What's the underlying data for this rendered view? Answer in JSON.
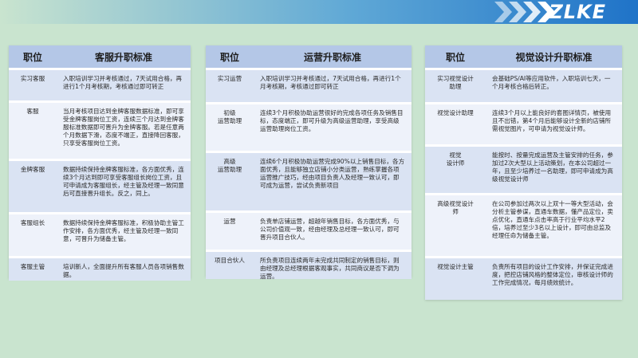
{
  "brand": {
    "logo": "ZLKE"
  },
  "panels": [
    {
      "position_header": "职位",
      "title": "客服升职标准",
      "rows": [
        {
          "position": "实习客服",
          "desc": "入职培训学习并考核通过，7天试用合格，再进行1个月考核期，考核通过即可转正"
        },
        {
          "position": "客服",
          "desc": "当月考核项目达到金牌客服数据标准，即可享受金牌客服岗位工资，连续三个月达到金牌客服标准数据即可晋升为金牌客服。若是任意两个月数据下滑，态度不端正，直接降回客服，只享受客服岗位工资。"
        },
        {
          "position": "金牌客服",
          "desc": "数据持续保持金牌客服标准，各方面优秀，连续3个月达到即可享受客服组长岗位工资，且可申请成为客服组长，经主管及经理一致同意后可直接晋升组长。反之，同上。"
        },
        {
          "position": "客服组长",
          "desc": "数据持续保持金牌客服标准，积极协助主管工作安排，各方面优秀，经主管及经理一致同意，可晋升为储备主管。"
        },
        {
          "position": "客服主管",
          "desc": "培训新人，全面提升所有客服人员各项销售数据。"
        }
      ]
    },
    {
      "position_header": "职位",
      "title": "运营升职标准",
      "rows": [
        {
          "position": "实习运营",
          "desc": "入职培训学习并考核通过，7天试用合格，再进行1个月考核期，考核通过即可转正"
        },
        {
          "position": "初级\n运营助理",
          "desc": "连续3个月积极协助运营很好的完成各项任务及销售目标，态度端正，即可升级为高级运营助理，享受高级运营助理岗位工资。"
        },
        {
          "position": "高级\n运营助理",
          "desc": "连续6个月积极协助运营完成90%以上销售目标，各方面优秀，且能够独立店铺小分类运营，熟练掌握各项运营推广技巧，经由项目负责人及经理一致认可，即可成为运营，尝试负责新项目"
        },
        {
          "position": "运营",
          "desc": "负责单店铺运营，超越年销售目标，各方面优秀，与公司价值观一致，经由经理及总经理一致认可，即可晋升项目合伙人。"
        },
        {
          "position": "项目合伙人",
          "desc": "所负责项目连续两年未完成共同制定的销售目标，则由经理及总经理根据客观事实，共同商议是否下调为运营。"
        }
      ]
    },
    {
      "position_header": "职位",
      "title": "视觉设计升职标准",
      "rows": [
        {
          "position": "实习视觉设计\n助理",
          "desc": "会基础PS/AI等应用软件，入职培训七天，一个月考核合格后转正。"
        },
        {
          "position": "视觉设计助理",
          "desc": "连续3个月以上能良好的套图详情页，被使用且不出错，第4个月后能够设计全新的店铺所需视觉图片，可申请为视觉设计师。"
        },
        {
          "position": "视觉\n设计师",
          "desc": "能按时、按量完成运营及主管安排的任务，参加过2次大型以上活动策划，在本公司超过一年，且至少培养过一名助理，即可申请成为高级视觉设计师"
        },
        {
          "position": "高级视觉设计\n师",
          "desc": "在公司参加过两次以上双十一等大型活动，会分析主管参谋，直通车数据，懂产品定位，卖点优化，直通车点击率高于行业平均水平2倍，培养过至少3名以上设计，即可由总监及经理任命为储备主管。"
        },
        {
          "position": "视觉设计主管",
          "desc": "负责所有项目的设计工作安排，并保证完成进度，把控店铺风格的整体定位，审核设计师的工作完成情况，每月绩效统计。"
        }
      ]
    }
  ]
}
